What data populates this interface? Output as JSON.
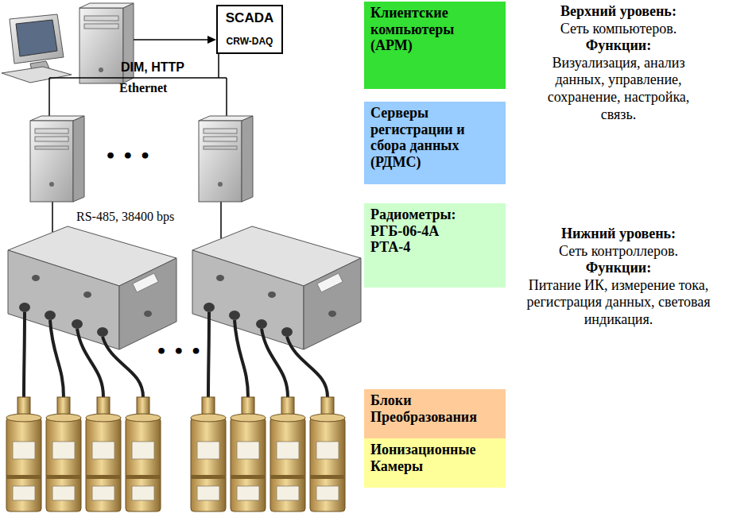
{
  "diagram": {
    "nodes": [
      {
        "text": [
          "SCADA",
          "CRW-DAQ"
        ]
      },
      {
        "text": [
          "Клиентские компьютеры (АРМ)"
        ]
      },
      {
        "text": [
          "Серверы регистрации и сбора данных (РДМС)"
        ]
      },
      {
        "text": [
          "Радиометры:",
          "РГБ-06-4А",
          "РТА-4"
        ]
      },
      {
        "text": [
          "Блоки Преобразования"
        ]
      },
      {
        "text": [
          "Ионизационные Камеры"
        ]
      }
    ],
    "labels": [
      "DIM, HTTP",
      "Ethernet",
      "• • •",
      "RS-485, 38400 bps",
      "• • •",
      "Верхний уровень:",
      "Сеть компьютеров.",
      "Функции:",
      "Визуализация, анализ данных, управление, сохранение, настройка, связь.",
      "Нижний уровень:",
      "Сеть контроллеров.",
      "Функции:",
      "Питание ИК, измерение тока, регистрация данных, световая индикация."
    ]
  }
}
